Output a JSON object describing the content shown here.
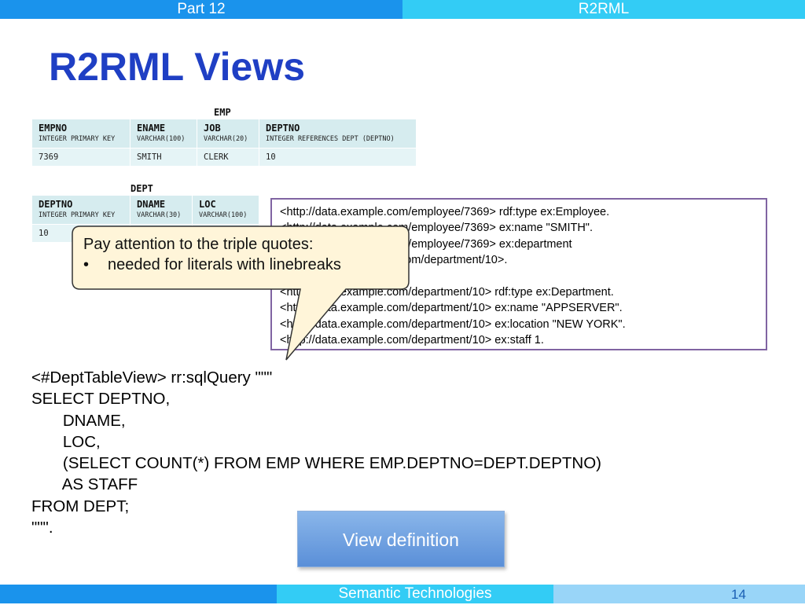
{
  "header": {
    "left": "Part 12",
    "right": "R2RML"
  },
  "title": "R2RML Views",
  "emp_table": {
    "name": "EMP",
    "columns": [
      {
        "name": "EMPNO",
        "type": "INTEGER PRIMARY KEY"
      },
      {
        "name": "ENAME",
        "type": "VARCHAR(100)"
      },
      {
        "name": "JOB",
        "type": "VARCHAR(20)"
      },
      {
        "name": "DEPTNO",
        "type": "INTEGER REFERENCES DEPT (DEPTNO)"
      }
    ],
    "row": [
      "7369",
      "SMITH",
      "CLERK",
      "10"
    ]
  },
  "dept_table": {
    "name": "DEPT",
    "columns": [
      {
        "name": "DEPTNO",
        "type": "INTEGER PRIMARY KEY"
      },
      {
        "name": "DNAME",
        "type": "VARCHAR(30)"
      },
      {
        "name": "LOC",
        "type": "VARCHAR(100)"
      }
    ],
    "row": [
      "10",
      "",
      ""
    ]
  },
  "rdf_lines": [
    "<http://data.example.com/employee/7369> rdf:type ex:Employee.",
    "<http://data.example.com/employee/7369> ex:name \"SMITH\".",
    "<http://data.example.com/employee/7369> ex:department",
    "    <http://data.example.com/department/10>.",
    "",
    "<http://data.example.com/department/10> rdf:type ex:Department.",
    "<http://data.example.com/department/10> ex:name \"APPSERVER\".",
    "<http://data.example.com/department/10> ex:location \"NEW YORK\".",
    "<http://data.example.com/department/10> ex:staff 1."
  ],
  "callout": {
    "line1": "Pay attention to the triple quotes:",
    "bullet": "•",
    "line2": "needed for literals with linebreaks"
  },
  "code_lines": [
    "<#DeptTableView> rr:sqlQuery \"\"\"",
    "SELECT DEPTNO,",
    "       DNAME,",
    "       LOC,",
    "       (SELECT COUNT(*) FROM EMP WHERE EMP.DEPTNO=DEPT.DEPTNO)",
    "       AS STAFF",
    "FROM DEPT;",
    "\"\"\"."
  ],
  "button": {
    "label": "View definition"
  },
  "footer": {
    "center": "Semantic Technologies",
    "page": "14"
  }
}
